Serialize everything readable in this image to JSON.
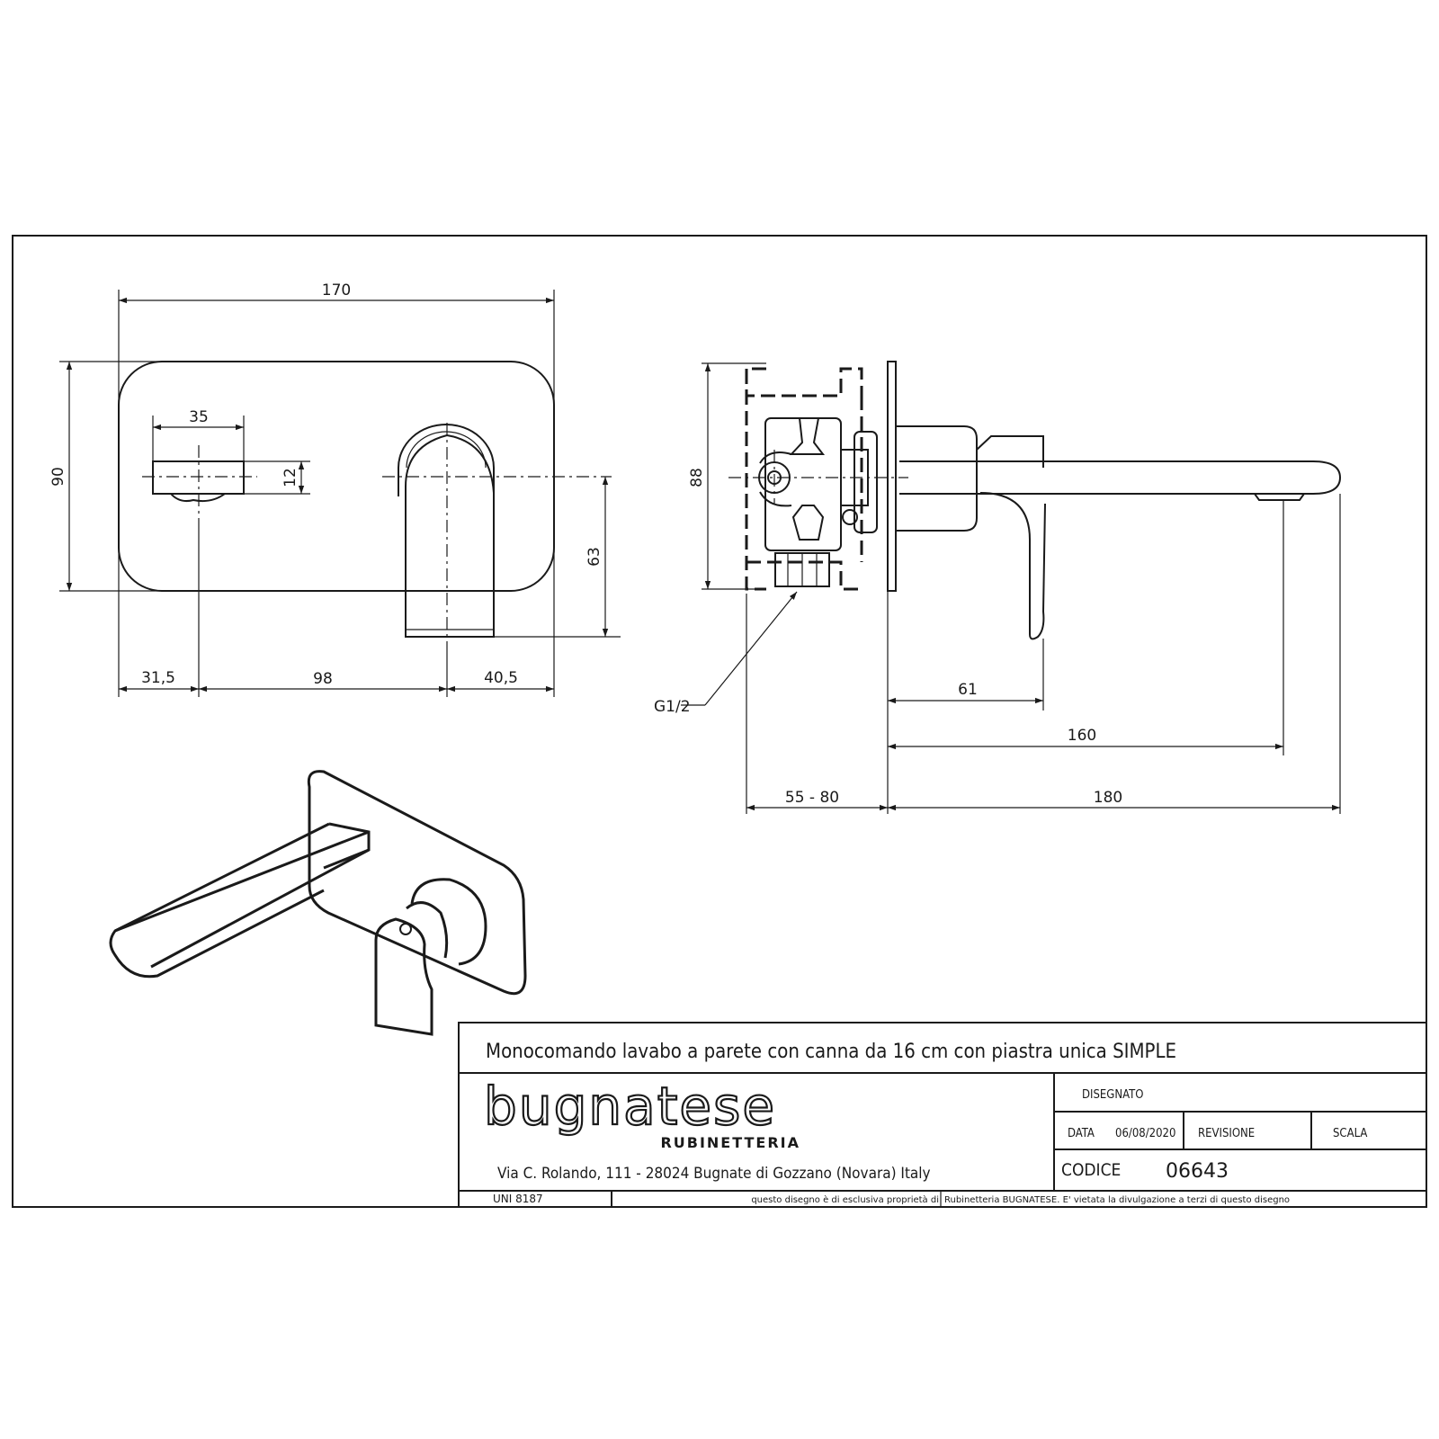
{
  "front_view": {
    "overall_width": "170",
    "overall_height": "90",
    "spout_width": "35",
    "spout_height": "12",
    "lever_height": "63",
    "left_offset": "31,5",
    "center_distance": "98",
    "right_offset": "40,5"
  },
  "side_view": {
    "body_height": "88",
    "connection": "G1/2",
    "lever_projection": "61",
    "spout_projection": "160",
    "wall_depth": "55 - 80",
    "total_projection": "180"
  },
  "title_block": {
    "title": "Monocomando lavabo a parete con canna da 16 cm con piastra unica SIMPLE",
    "brand": "bugnatese",
    "brand_sub": "RUBINETTERIA",
    "address": "Via C. Rolando, 111 - 28024 Bugnate di Gozzano (Novara) Italy",
    "disegnato_label": "DISEGNATO",
    "data_label": "DATA",
    "data_value": "06/08/2020",
    "revisione_label": "REVISIONE",
    "scala_label": "SCALA",
    "codice_label": "CODICE",
    "codice_value": "06643",
    "standard": "UNI 8187",
    "notice_left": "questo disegno è di esclusiva proprietà di",
    "notice_right": "Rubinetteria BUGNATESE. E' vietata la divulgazione a terzi di questo disegno"
  }
}
